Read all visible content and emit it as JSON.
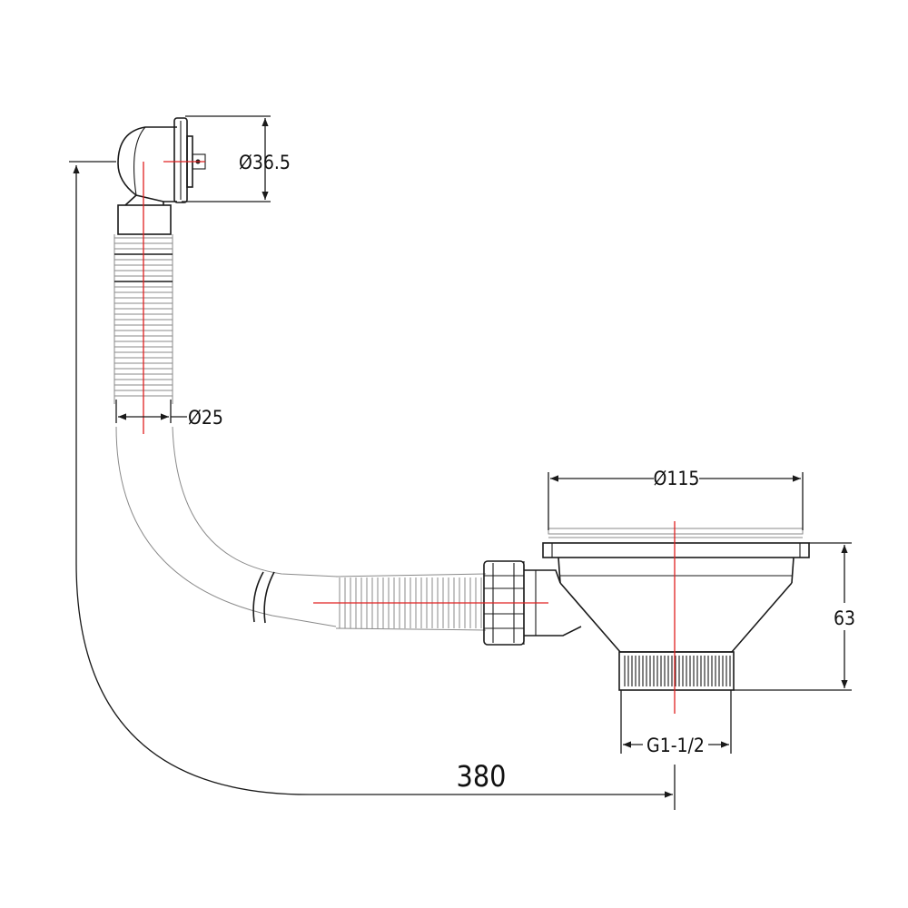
{
  "drawing": {
    "dimensions": {
      "overflow_diameter": "Ø36.5",
      "hose_diameter": "Ø25",
      "strainer_diameter": "Ø115",
      "strainer_height": "63",
      "outlet_thread": "G1-1/2",
      "overall_length": "380"
    },
    "colors": {
      "outline": "#1a1a1a",
      "centerline": "#e02020",
      "light": "#8a8a8a"
    }
  }
}
